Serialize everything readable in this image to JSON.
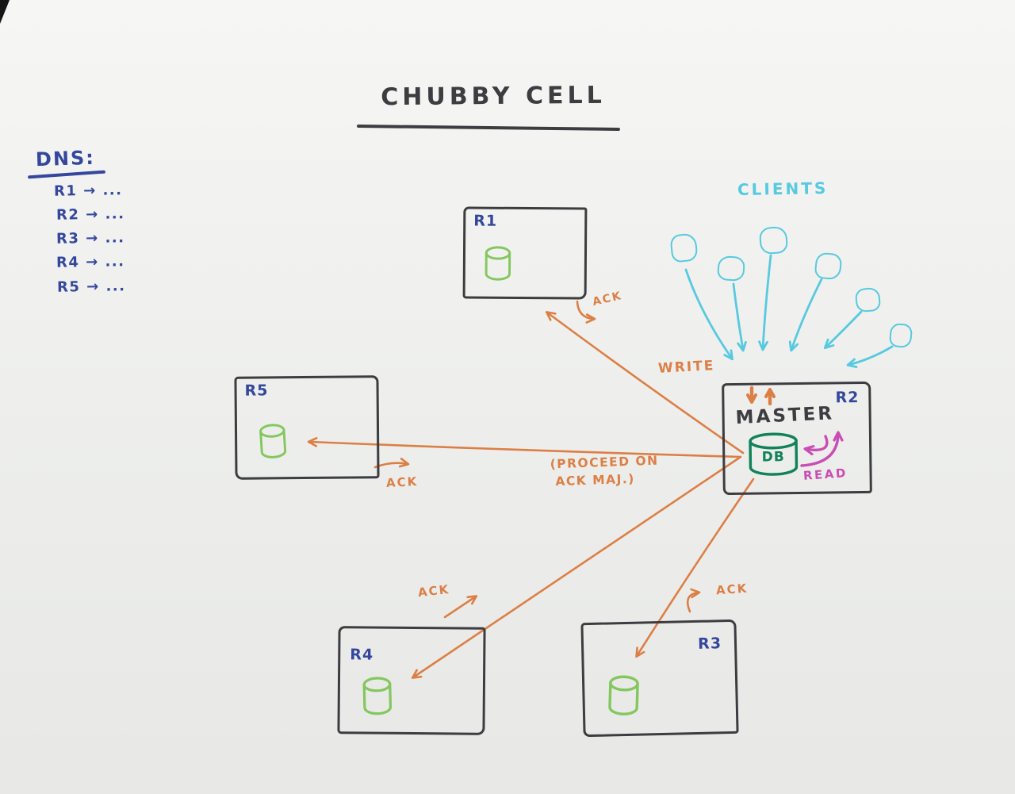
{
  "title": "CHUBBY CELL",
  "dns": {
    "heading": "DNS:",
    "entries": [
      "R1 → ...",
      "R2 → ...",
      "R3 → ...",
      "R4 → ...",
      "R5 → ..."
    ]
  },
  "clients": {
    "label": "CLIENTS",
    "count": 6
  },
  "nodes": {
    "r1": {
      "label": "R1"
    },
    "r2": {
      "label": "R2",
      "role": "MASTER",
      "db": "DB"
    },
    "r3": {
      "label": "R3"
    },
    "r4": {
      "label": "R4"
    },
    "r5": {
      "label": "R5"
    }
  },
  "annotations": {
    "write": "WRITE",
    "read": "READ",
    "ack": "ACK",
    "proceed_line1": "(PROCEED ON",
    "proceed_line2": "ACK MAJ.)"
  },
  "icons": {
    "replica_db": "database-icon",
    "master_db": "database-icon",
    "client": "client-icon"
  },
  "colors": {
    "paper": "#f1f2ef",
    "ink": "#3c3c41",
    "blue": "#34479d",
    "orange": "#dc7f46",
    "cyan": "#57c9e0",
    "magenta": "#c94db5",
    "green": "#84c75f",
    "teal": "#12825d"
  }
}
